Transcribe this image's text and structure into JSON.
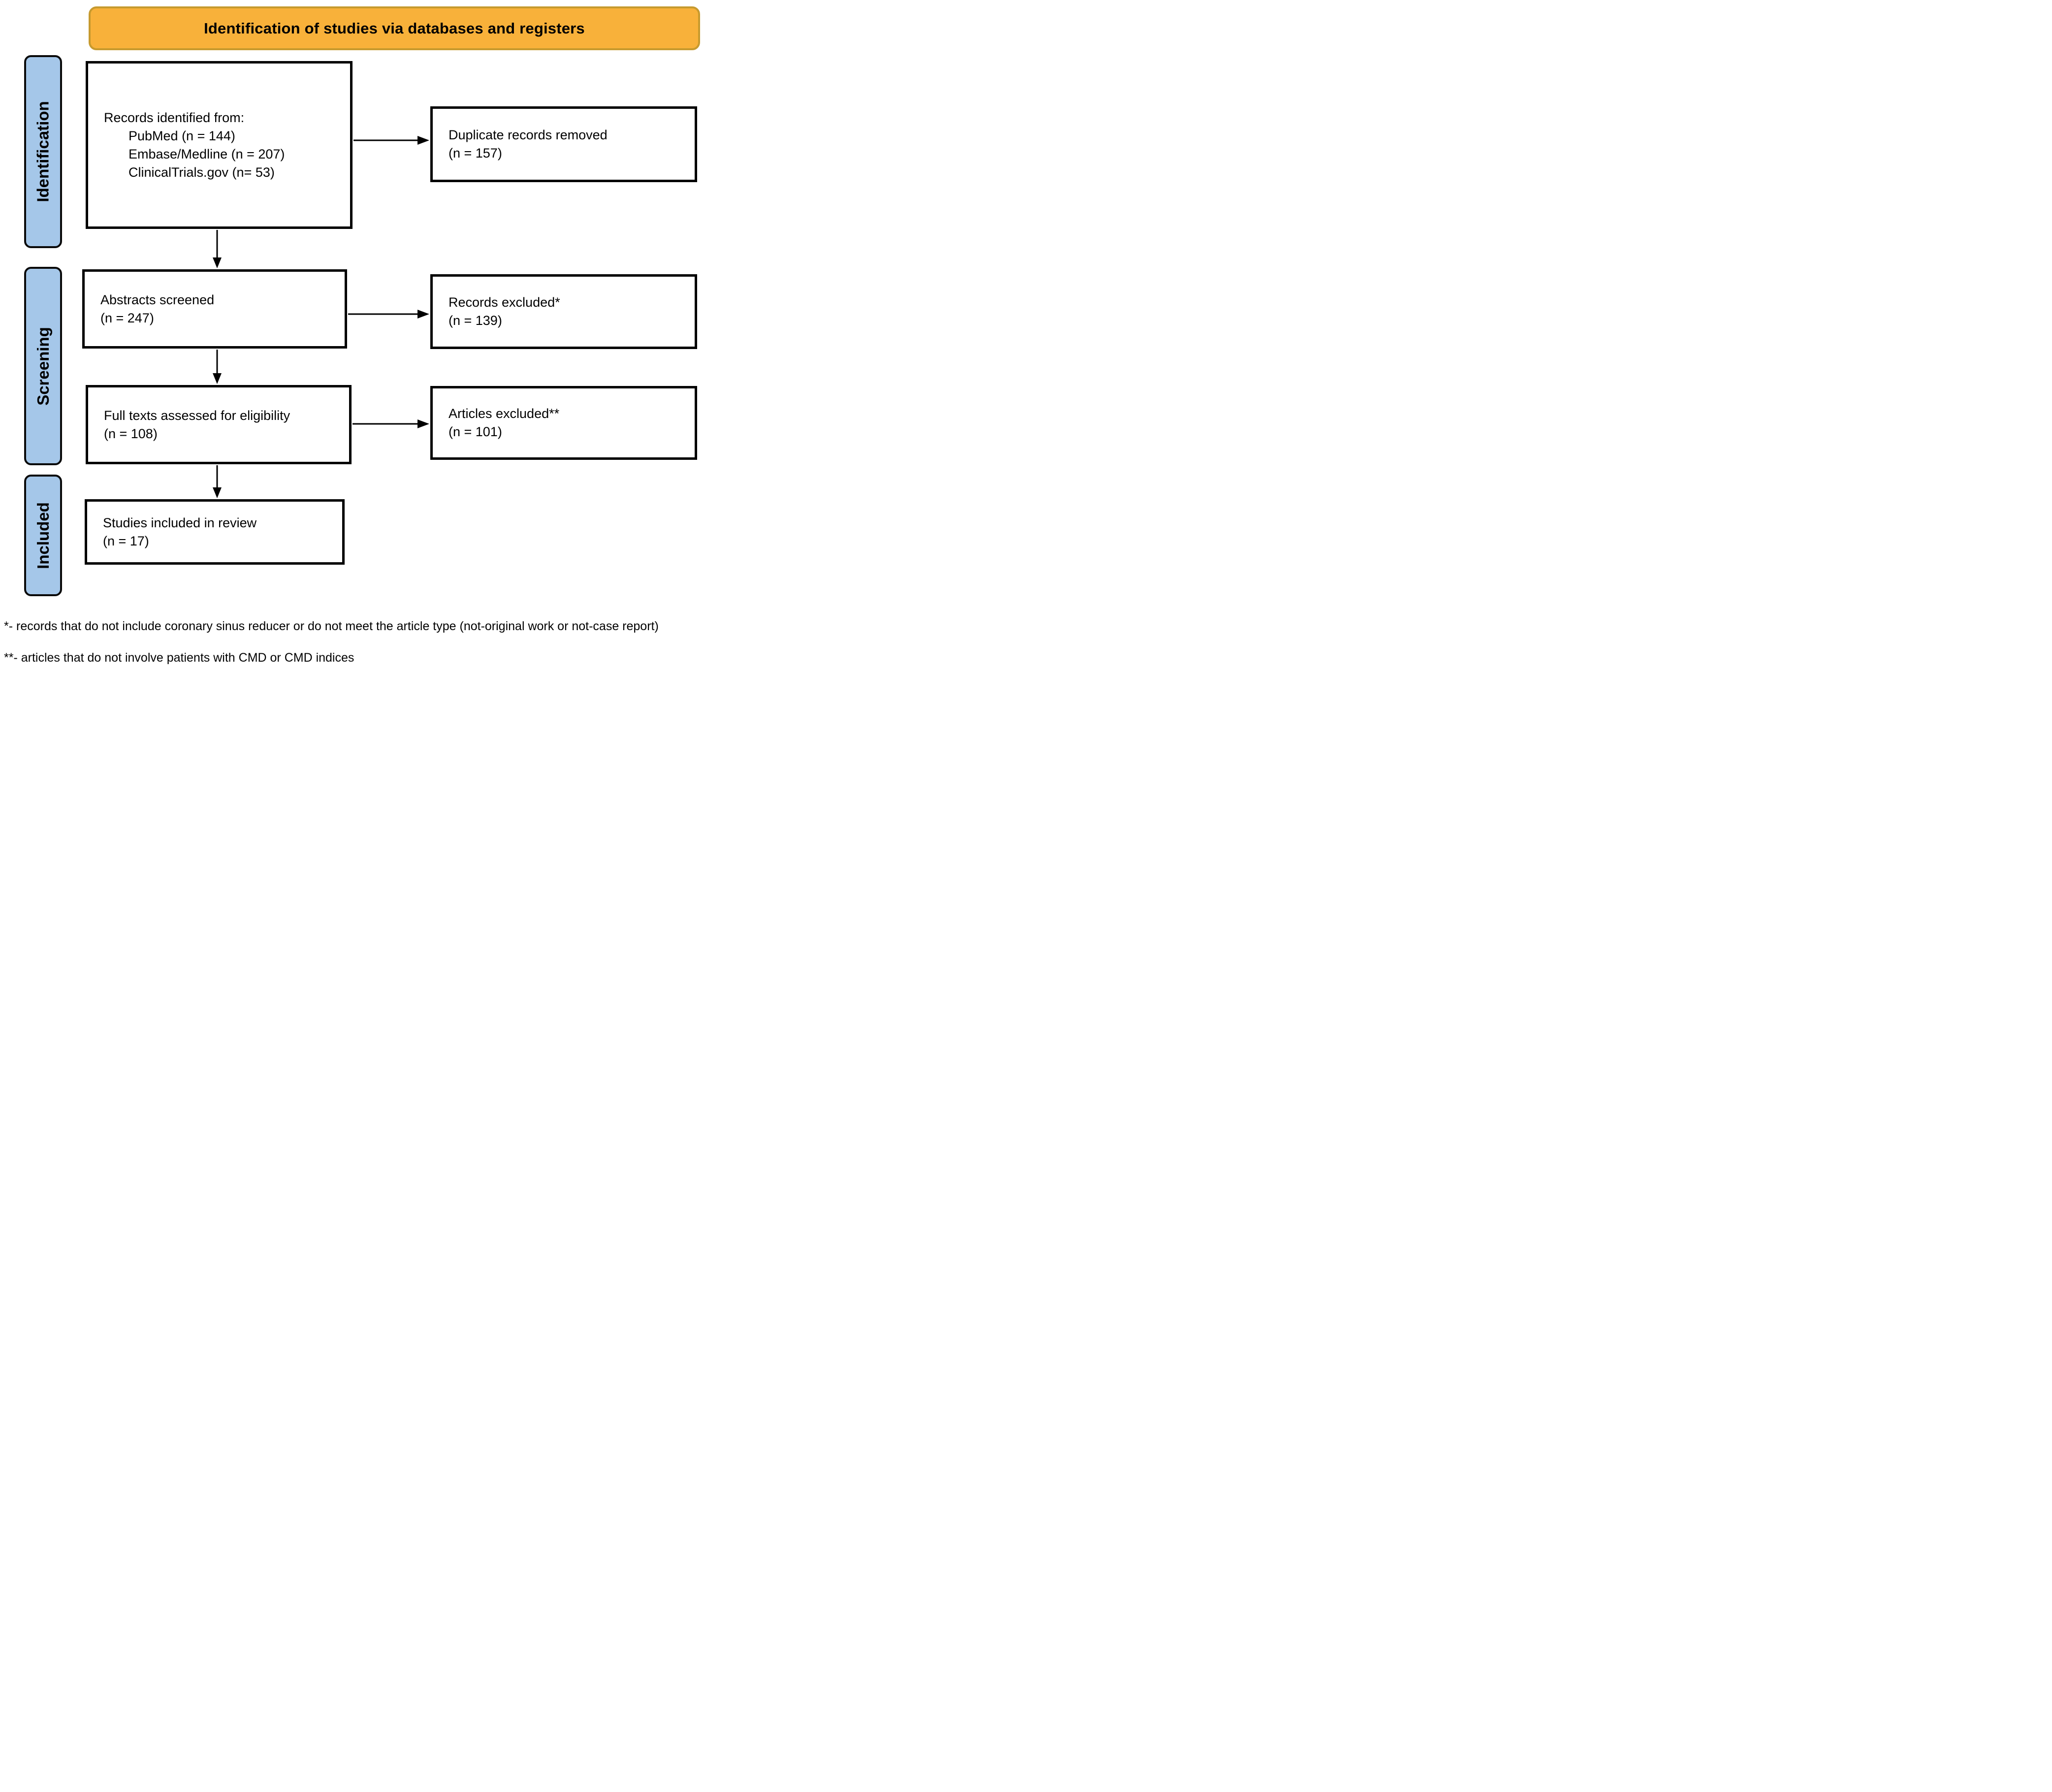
{
  "banner": {
    "label": "Identification of studies via databases and registers",
    "fill_color": "#F8B13A",
    "border_color": "#C79A2E"
  },
  "side_labels": {
    "identification": "Identification",
    "screening": "Screening",
    "included": "Included",
    "fill_color": "#A5C7E9"
  },
  "boxes": {
    "records_identified": {
      "lines": [
        "Records identified from:",
        "PubMed (n = 144)",
        "Embase/Medline (n = 207)",
        "ClinicalTrials.gov (n= 53)"
      ]
    },
    "duplicates_removed": {
      "lines": [
        "Duplicate records removed",
        "(n = 157)"
      ]
    },
    "abstracts_screened": {
      "lines": [
        "Abstracts screened",
        "(n = 247)"
      ]
    },
    "records_excluded": {
      "lines": [
        "Records excluded*",
        "(n = 139)"
      ]
    },
    "full_texts_assessed": {
      "lines": [
        "Full texts assessed for eligibility",
        "(n = 108)"
      ]
    },
    "articles_excluded": {
      "lines": [
        "Articles excluded**",
        "(n = 101)"
      ]
    },
    "studies_included": {
      "lines": [
        "Studies included in review",
        "(n = 17)"
      ]
    }
  },
  "footnotes": {
    "line1": "*- records that do not include coronary sinus reducer or do not meet the article type (not-original work or not-case report)",
    "line2": "**- articles that do not involve patients with CMD or CMD indices"
  },
  "colors": {
    "box_border": "#000000",
    "arrow": "#000000",
    "background": "#ffffff"
  }
}
